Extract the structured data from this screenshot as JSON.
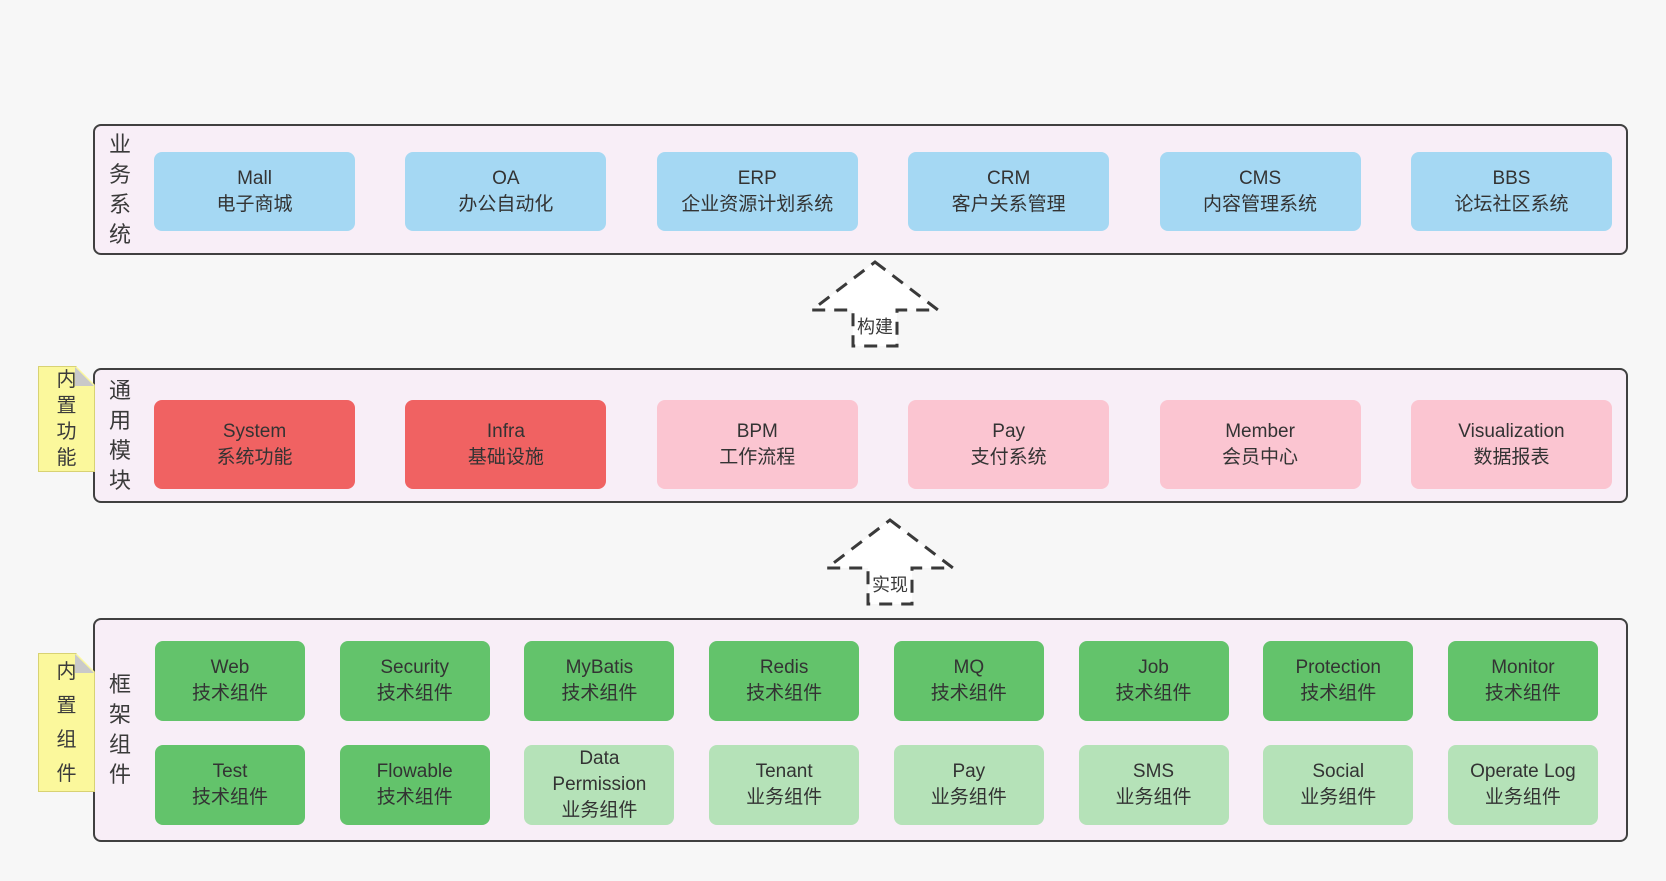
{
  "colors": {
    "page_bg": "#f7f7f7",
    "container_bg": "#f8eef7",
    "container_border": "#404040",
    "box_blue": "#a5d8f3",
    "box_red": "#f06262",
    "box_pink": "#fbc5d1",
    "box_green": "#63c36b",
    "box_green_light": "#b5e2b8",
    "note_yellow": "#fbf89c",
    "note_fold_gray": "#c9c9c9",
    "text": "#3a3a3a"
  },
  "arrows": [
    {
      "label": "构建"
    },
    {
      "label": "实现"
    }
  ],
  "layers": [
    {
      "side_label": "业务系统",
      "rows": [
        [
          {
            "en": "Mall",
            "zh": "电子商城",
            "type": "blue"
          },
          {
            "en": "OA",
            "zh": "办公自动化",
            "type": "blue"
          },
          {
            "en": "ERP",
            "zh": "企业资源计划系统",
            "type": "blue"
          },
          {
            "en": "CRM",
            "zh": "客户关系管理",
            "type": "blue"
          },
          {
            "en": "CMS",
            "zh": "内容管理系统",
            "type": "blue"
          },
          {
            "en": "BBS",
            "zh": "论坛社区系统",
            "type": "blue"
          }
        ]
      ]
    },
    {
      "side_label": "通用模块",
      "note_label": "内置功能",
      "rows": [
        [
          {
            "en": "System",
            "zh": "系统功能",
            "type": "red"
          },
          {
            "en": "Infra",
            "zh": "基础设施",
            "type": "red"
          },
          {
            "en": "BPM",
            "zh": "工作流程",
            "type": "pink"
          },
          {
            "en": "Pay",
            "zh": "支付系统",
            "type": "pink"
          },
          {
            "en": "Member",
            "zh": "会员中心",
            "type": "pink"
          },
          {
            "en": "Visualization",
            "zh": "数据报表",
            "type": "pink"
          }
        ]
      ]
    },
    {
      "side_label": "框架组件",
      "note_label": "内置组件",
      "rows": [
        [
          {
            "en": "Web",
            "zh": "技术组件",
            "type": "green"
          },
          {
            "en": "Security",
            "zh": "技术组件",
            "type": "green"
          },
          {
            "en": "MyBatis",
            "zh": "技术组件",
            "type": "green"
          },
          {
            "en": "Redis",
            "zh": "技术组件",
            "type": "green"
          },
          {
            "en": "MQ",
            "zh": "技术组件",
            "type": "green"
          },
          {
            "en": "Job",
            "zh": "技术组件",
            "type": "green"
          },
          {
            "en": "Protection",
            "zh": "技术组件",
            "type": "green"
          },
          {
            "en": "Monitor",
            "zh": "技术组件",
            "type": "green"
          }
        ],
        [
          {
            "en": "Test",
            "zh": "技术组件",
            "type": "green"
          },
          {
            "en": "Flowable",
            "zh": "技术组件",
            "type": "green"
          },
          {
            "en": "Data Permission",
            "zh": "业务组件",
            "type": "green_light"
          },
          {
            "en": "Tenant",
            "zh": "业务组件",
            "type": "green_light"
          },
          {
            "en": "Pay",
            "zh": "业务组件",
            "type": "green_light"
          },
          {
            "en": "SMS",
            "zh": "业务组件",
            "type": "green_light"
          },
          {
            "en": "Social",
            "zh": "业务组件",
            "type": "green_light"
          },
          {
            "en": "Operate Log",
            "zh": "业务组件",
            "type": "green_light"
          }
        ]
      ]
    }
  ]
}
